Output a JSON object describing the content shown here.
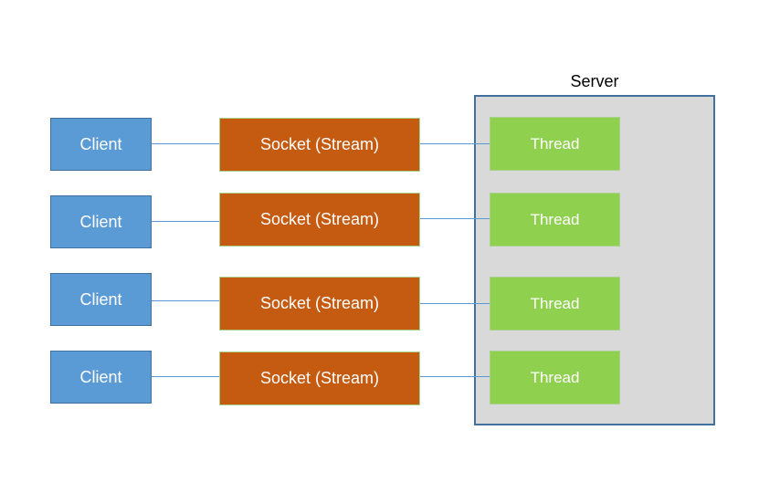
{
  "diagram": {
    "server_label": "Server",
    "rows": [
      {
        "client": "Client",
        "socket": "Socket (Stream)",
        "thread": "Thread"
      },
      {
        "client": "Client",
        "socket": "Socket (Stream)",
        "thread": "Thread"
      },
      {
        "client": "Client",
        "socket": "Socket (Stream)",
        "thread": "Thread"
      },
      {
        "client": "Client",
        "socket": "Socket (Stream)",
        "thread": "Thread"
      }
    ],
    "colors": {
      "background": "#FFFFFF",
      "client_fill": "#5B9BD5",
      "client_border": "#41719C",
      "socket_fill": "#C55A11",
      "socket_border": "#A9D18E",
      "thread_fill": "#90D04F",
      "thread_border": "#A9D18E",
      "server_fill": "#D9D9D9",
      "server_border": "#41719C",
      "connector": "#5B9BD5",
      "title_color": "#000000"
    }
  }
}
